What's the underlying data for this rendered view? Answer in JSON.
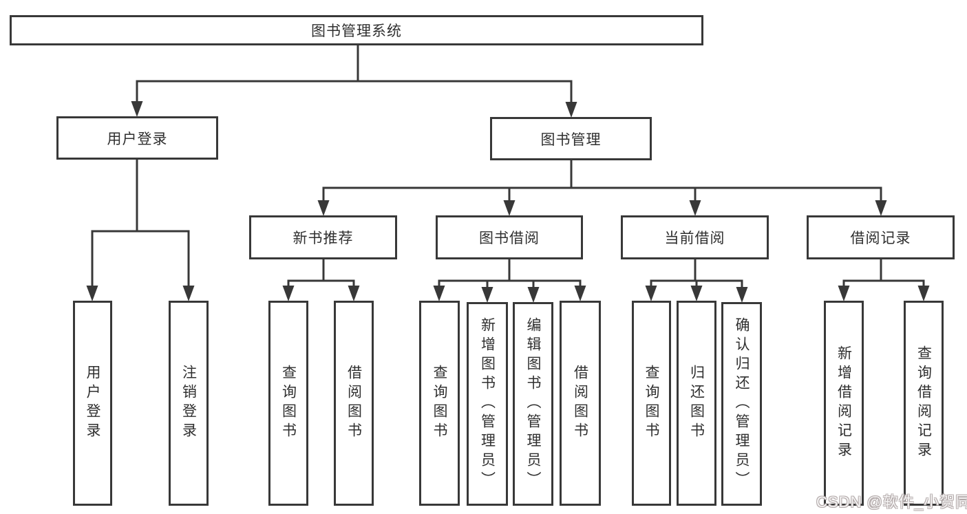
{
  "diagram": {
    "title": "图书管理系统",
    "nodes": {
      "root": "图书管理系统",
      "user_login": "用户登录",
      "book_mgmt": "图书管理",
      "new_book": "新书推荐",
      "book_borrow": "图书借阅",
      "current_borrow": "当前借阅",
      "borrow_record": "借阅记录",
      "leaf_user_login": "用户登录",
      "leaf_logout": "注销登录",
      "leaf_nb_query": "查询图书",
      "leaf_nb_borrow": "借阅图书",
      "leaf_bb_query": "查询图书",
      "leaf_bb_add": "新增图书（管理员）",
      "leaf_bb_edit": "编辑图书（管理员）",
      "leaf_bb_borrow": "借阅图书",
      "leaf_cb_query": "查询图书",
      "leaf_cb_return": "归还图书",
      "leaf_cb_confirm": "确认归还（管理员）",
      "leaf_br_add": "新增借阅记录",
      "leaf_br_query": "查询借阅记录"
    },
    "colors": {
      "line": "#383838",
      "box_fill": "#ffffff",
      "text": "#2f2f2f"
    }
  },
  "watermark": "CSDN @软件_小贺同学"
}
